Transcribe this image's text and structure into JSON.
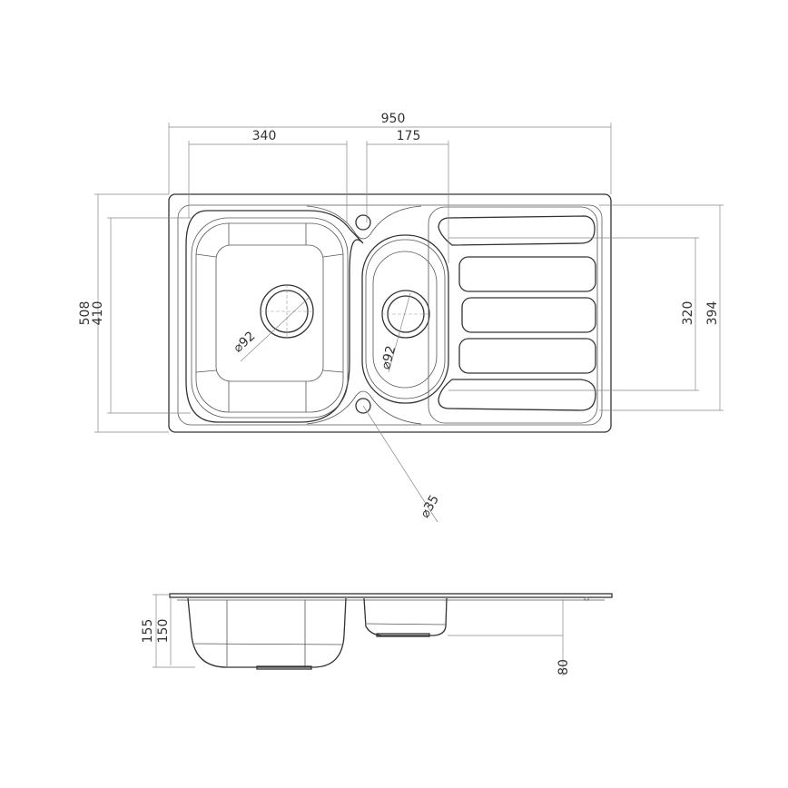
{
  "plan_view": {
    "dimensions": {
      "overall_width": "950",
      "main_bowl_width": "340",
      "half_bowl_width": "175",
      "overall_depth": "508",
      "bowl_depth": "410",
      "half_bowl_depth": "320",
      "drainer_depth": "394",
      "main_waste_dia": "92",
      "half_waste_dia": "92",
      "tap_hole_dia": "35"
    },
    "diameter_symbol": "⌀"
  },
  "side_view": {
    "dimensions": {
      "overall_height": "155",
      "main_bowl_height": "150",
      "half_bowl_height": "80"
    }
  }
}
